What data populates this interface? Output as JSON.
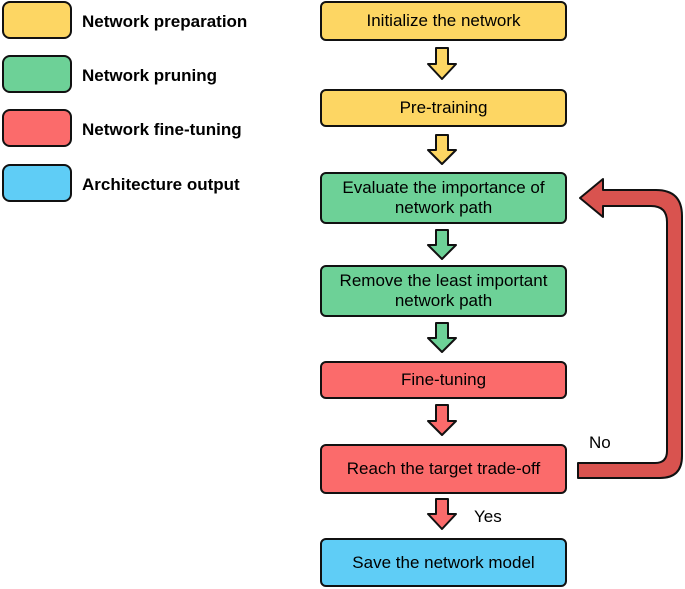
{
  "legend": {
    "items": [
      {
        "label": "Network preparation",
        "color": "#fdd663"
      },
      {
        "label": "Network pruning",
        "color": "#6dd197"
      },
      {
        "label": "Network fine-tuning",
        "color": "#fb6b6b"
      },
      {
        "label": "Architecture output",
        "color": "#5fcdf6"
      }
    ]
  },
  "flow": {
    "steps": [
      {
        "label": "Initialize the network",
        "stage": "preparation"
      },
      {
        "label": "Pre-training",
        "stage": "preparation"
      },
      {
        "label": "Evaluate the importance of network path",
        "stage": "pruning"
      },
      {
        "label": "Remove the least important network path",
        "stage": "pruning"
      },
      {
        "label": "Fine-tuning",
        "stage": "fine-tuning"
      },
      {
        "label": "Reach the target trade-off",
        "stage": "fine-tuning"
      },
      {
        "label": "Save the network model",
        "stage": "output"
      }
    ],
    "no_label": "No",
    "yes_label": "Yes"
  },
  "colors": {
    "preparation": "#fdd663",
    "pruning": "#6dd197",
    "fine_tuning": "#fb6b6b",
    "output": "#5fcdf6",
    "loop_arrow": "#d9534f"
  }
}
